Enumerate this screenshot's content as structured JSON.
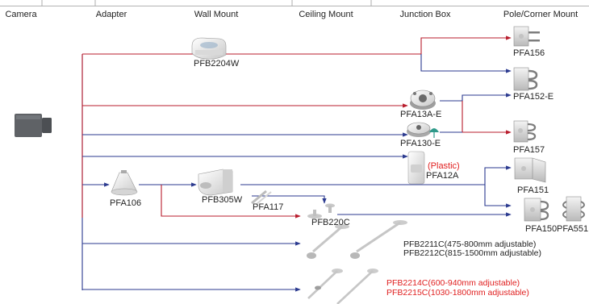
{
  "header": {
    "columns": [
      "Camera",
      "Adapter",
      "Wall Mount",
      "Ceiling Mount",
      "Junction Box",
      "Pole/Corner Mount"
    ]
  },
  "labels": {
    "pfb2204w": "PFB2204W",
    "pfa156": "PFA156",
    "pfa152e": "PFA152-E",
    "pfa13ae": "PFA13A-E",
    "pfa130e": "PFA130-E",
    "pfa157": "PFA157",
    "plastic": "(Plastic)",
    "pfa12a": "PFA12A",
    "pfa151": "PFA151",
    "pfa106": "PFA106",
    "pfb305w": "PFB305W",
    "pfa117": "PFA117",
    "pfb220c": "PFB220C",
    "pfa150": "PFA150",
    "pfa551": "PFA551",
    "pfb2211c": "PFB2211C(475-800mm adjustable)",
    "pfb2212c": "PFB2212C(815-1500mm adjustable)",
    "pfb2214c": "PFB2214C(600-940mm adjustable)",
    "pfb2215c": "PFB2215C(1030-1800mm adjustable)"
  },
  "colors": {
    "red_line": "#b81c2c",
    "blue_line": "#2b3a8f",
    "red_text": "#e02020",
    "device_gray": "#8c8c8c",
    "camera_dark": "#5f6266"
  },
  "icons": {
    "camera": "bullet-camera-icon",
    "mounts": "bracket-product-icon"
  }
}
